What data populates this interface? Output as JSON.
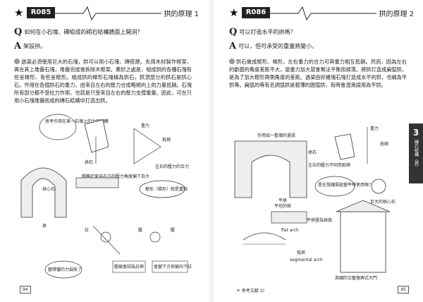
{
  "left": {
    "code": "R085",
    "title": "拱的原理 1",
    "question": "如何在小石塊、磚組成的砌石結構牆面上開洞？",
    "answer": "架設拱。",
    "body": "過梁必須使用巨大的石塊，拱可以用小石塊、磚搭建。先用木材製作框架，再在其上堆疊石塊，堆疊完成後拆除木框架。奧妙之處是，組成拱的各種石塊有些呈梯形、有些呈楔形。組成拱的梯形石塊稱為拱石，拱頂部分的拱石是拱心石。作用在各個拱石的重力，由來自左右的壓力合成略傾向上的力量抵銷。石塊所有部分都不受拉力作用，也就是只受來自左右的壓力支撐重量。因此，可在只用小石塊堆疊而成的磚石結構中打造出拱。",
    "labels": {
      "a": "思考作用在單一石塊上的力即明瞭",
      "b": "拱石",
      "c": "重力",
      "d": "抵銷",
      "e": "左右的壓力的合力",
      "f": "粗略於來自右方的壓力角度偏下且大",
      "g": "楔形（梯形）就是重點",
      "h": "拱心石",
      "i": "拱",
      "j": "拉",
      "k": "壓",
      "l": "壓",
      "m": "變得優的力弱矣了",
      "n": "壓縮會因為拉伸",
      "o": "會變下方但被向下拉"
    },
    "page": "94"
  },
  "right": {
    "code": "R086",
    "title": "拱的原理 2",
    "question": "可以打造水平的拱嗎？",
    "answer": "可以，但可承受的重量將變小。",
    "body": "拱石做成楔形、梯形，左右重力的合力可與重力相互抵銷。然而，因為左右的斷面的角度差距不大，當重力加大就會無法平衡而掉落。將拱打造成扁弧拱，是為了加大楔形兩側角度的差距。過梁由好幾塊石塊打造成水平的拱，也稱為平拱等。扁弧的等有名詞弧拱是輕薄的圓弧拱，有時會混淆誤用為平拱。",
    "labels": {
      "a": "作用如一整塊的過梁",
      "b": "拱石",
      "c": "重力",
      "d": "抵銷",
      "e": "左右的壓力不同而抵銷",
      "f": "是在想讓損逝變平時使用嗎？",
      "g": "平拱",
      "h": "平坦的拱",
      "i": "flat arch",
      "j": "巨大的拱心石",
      "k": "平拱暨為拱肩",
      "l": "弧拱",
      "m": "segmental arch",
      "n": "英國的文藝復興式大門"
    },
    "reference": "＊ 參考文獻 2)",
    "page": "95"
  },
  "tab": {
    "number": "3",
    "text": "磚石結構（拱）"
  }
}
